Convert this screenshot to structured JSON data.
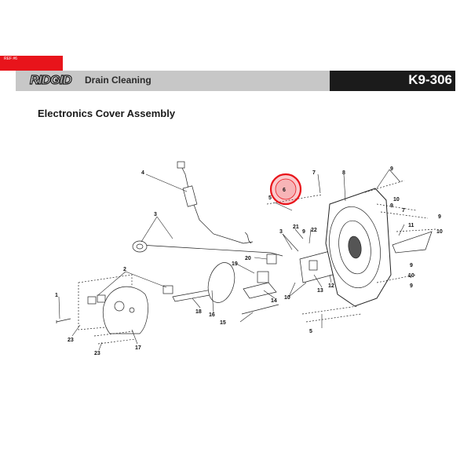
{
  "header": {
    "ref_tag": "REF #6",
    "brand": "RIDGID",
    "section": "Drain Cleaning",
    "model": "K9-306"
  },
  "page_title": "Electronics Cover Assembly",
  "callouts": [
    {
      "id": "c1",
      "label": "1"
    },
    {
      "id": "c2",
      "label": "2"
    },
    {
      "id": "c3a",
      "label": "3"
    },
    {
      "id": "c3b",
      "label": "3"
    },
    {
      "id": "c4",
      "label": "4"
    },
    {
      "id": "c5a",
      "label": "5"
    },
    {
      "id": "c5b",
      "label": "5"
    },
    {
      "id": "c6",
      "label": "6"
    },
    {
      "id": "c7a",
      "label": "7"
    },
    {
      "id": "c7b",
      "label": "7"
    },
    {
      "id": "c8",
      "label": "8"
    },
    {
      "id": "c9a",
      "label": "9"
    },
    {
      "id": "c9b",
      "label": "9"
    },
    {
      "id": "c9c",
      "label": "9"
    },
    {
      "id": "c9d",
      "label": "9"
    },
    {
      "id": "c9e",
      "label": "9"
    },
    {
      "id": "c9f",
      "label": "9"
    },
    {
      "id": "c10a",
      "label": "10"
    },
    {
      "id": "c10b",
      "label": "10"
    },
    {
      "id": "c10c",
      "label": "10"
    },
    {
      "id": "c10d",
      "label": "10"
    },
    {
      "id": "c11",
      "label": "11"
    },
    {
      "id": "c12",
      "label": "12"
    },
    {
      "id": "c13",
      "label": "13"
    },
    {
      "id": "c14",
      "label": "14"
    },
    {
      "id": "c15",
      "label": "15"
    },
    {
      "id": "c16",
      "label": "16"
    },
    {
      "id": "c17",
      "label": "17"
    },
    {
      "id": "c18",
      "label": "18"
    },
    {
      "id": "c19",
      "label": "19"
    },
    {
      "id": "c20",
      "label": "20"
    },
    {
      "id": "c21",
      "label": "21"
    },
    {
      "id": "c22",
      "label": "22"
    },
    {
      "id": "c23a",
      "label": "23"
    },
    {
      "id": "c23b",
      "label": "23"
    }
  ],
  "highlight": {
    "part": "6",
    "color": "#e8141b"
  },
  "colors": {
    "ref_tag": "#e8141b",
    "header_bar": "#c7c7c7",
    "header_right": "#1b1b1b"
  }
}
